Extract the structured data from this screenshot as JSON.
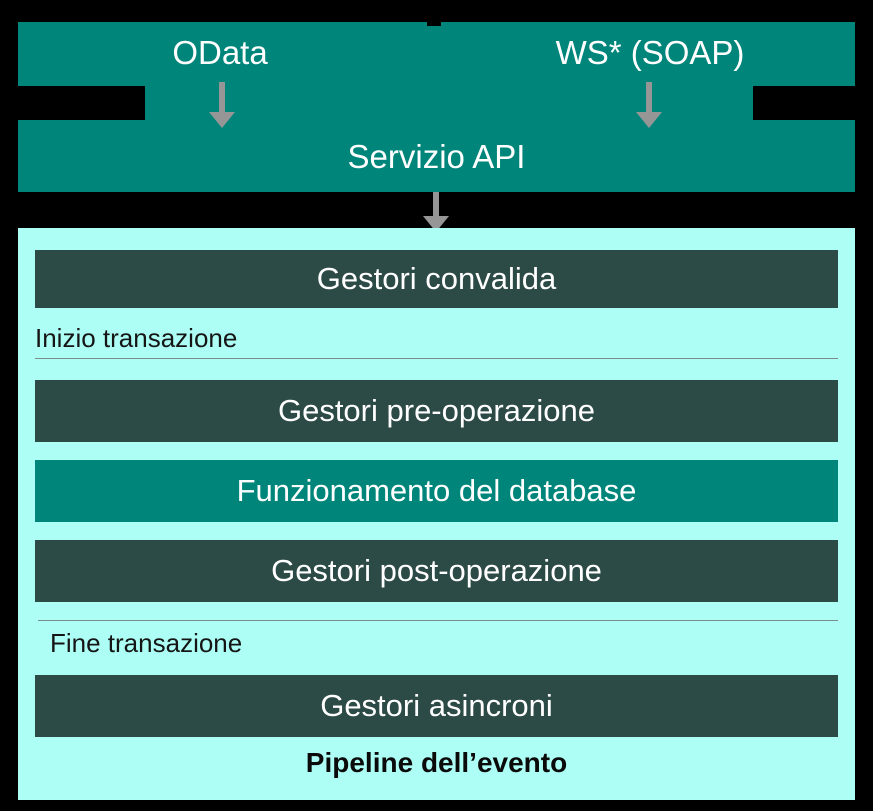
{
  "diagram": {
    "api_service": {
      "protocols": [
        {
          "label": "OData",
          "icon": "down-arrow-icon"
        },
        {
          "label": "WS* (SOAP)",
          "icon": "down-arrow-icon"
        }
      ],
      "title": "Servizio API",
      "flow_icon": "down-arrow-icon"
    },
    "event_pipeline": {
      "caption": "Pipeline dell’evento",
      "stages": [
        {
          "label": "Gestori convalida",
          "kind": "handler"
        },
        {
          "label": "Gestori pre-operazione",
          "kind": "handler"
        },
        {
          "label": "Funzionamento del database",
          "kind": "database"
        },
        {
          "label": "Gestori post-operazione",
          "kind": "handler"
        },
        {
          "label": "Gestori asincroni",
          "kind": "handler"
        }
      ],
      "transaction_markers": [
        {
          "label": "Inizio transazione"
        },
        {
          "label": "Fine transazione"
        }
      ]
    }
  },
  "colors": {
    "background": "#000000",
    "teal": "#00857A",
    "handler_dark": "#2C4A46",
    "panel_cyan": "#ADFFF6",
    "arrow_gray": "#969696",
    "text_light": "#FFFFFF",
    "text_dark": "#151515",
    "divider": "#7B8C8A"
  }
}
